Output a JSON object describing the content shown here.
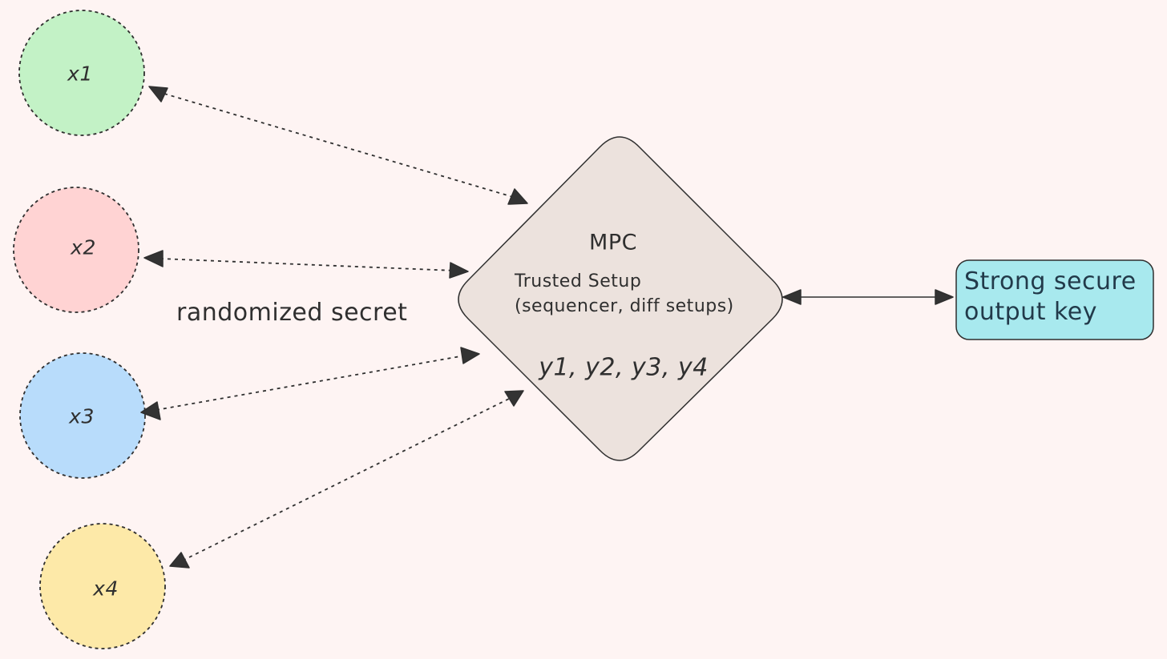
{
  "colors": {
    "background": "#fef4f3",
    "x1_fill": "#c3f2c6",
    "x2_fill": "#ffd3d3",
    "x3_fill": "#b8dcfb",
    "x4_fill": "#fde9a8",
    "mpc_fill": "#ece2dd",
    "output_fill": "#a8e9ee",
    "stroke": "#2f2f2f"
  },
  "nodes": {
    "x1": "x1",
    "x2": "x2",
    "x3": "x3",
    "x4": "x4"
  },
  "mpc": {
    "title": "MPC",
    "setup_line1": "Trusted Setup",
    "setup_line2": "(sequencer, diff setups)",
    "outputs": "y1, y2, y3, y4"
  },
  "edge_label": "randomized secret",
  "output_box": {
    "line1": "Strong secure",
    "line2": "output key"
  }
}
